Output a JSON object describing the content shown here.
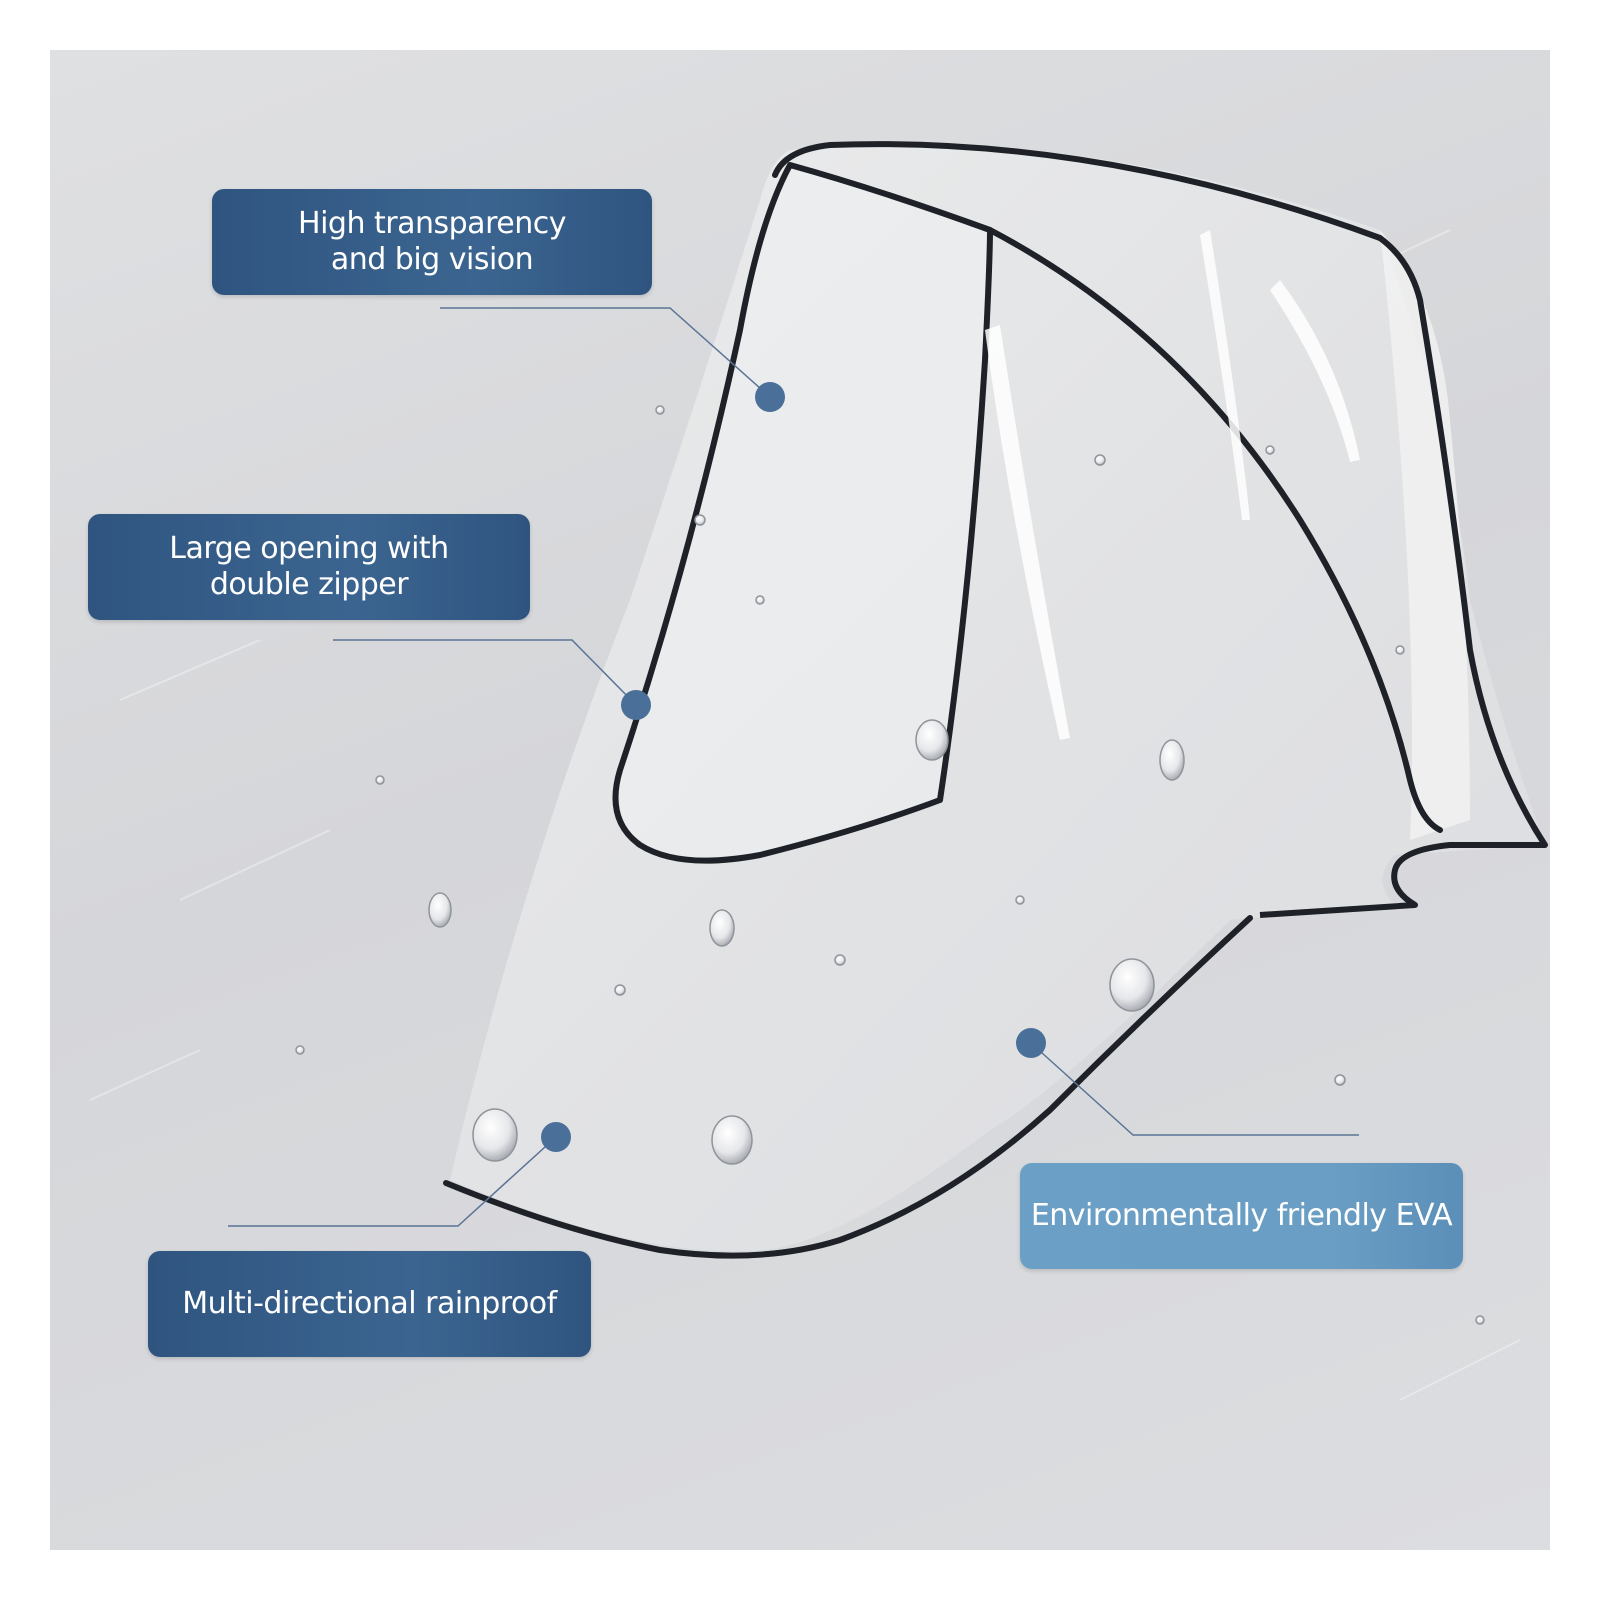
{
  "page": {
    "background_color": "#ffffff",
    "panel_color": "#d9dadd"
  },
  "product": {
    "cover_fill": "#e9eaec",
    "edge_color": "#1e2228",
    "callout_dark_color": "#34598a",
    "callout_light_color": "#6b9fc5",
    "dot_color": "#4a6f98"
  },
  "callouts": {
    "transparency": {
      "label": "High transparency\nand big vision"
    },
    "opening": {
      "label": "Large opening with\ndouble zipper"
    },
    "rainproof": {
      "label": "Multi-directional rainproof"
    },
    "material": {
      "label": "Environmentally friendly EVA"
    }
  }
}
